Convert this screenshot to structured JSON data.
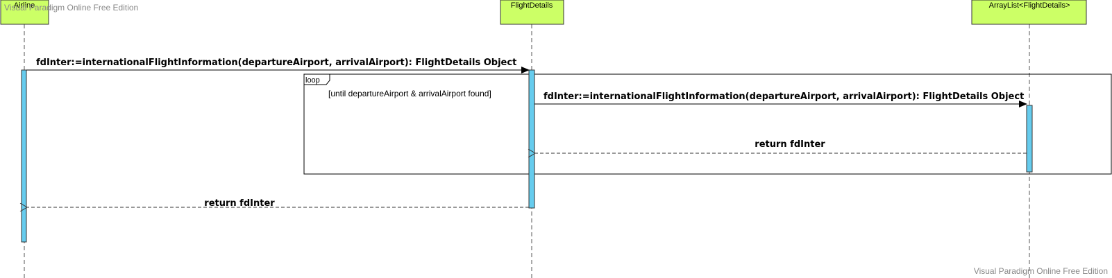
{
  "watermark": {
    "top": "Visual Paradigm Online Free Edition",
    "bottom": "Visual Paradigm Online Free Edition"
  },
  "lifelines": [
    {
      "name": "Airline"
    },
    {
      "name": "FlightDetails"
    },
    {
      "name": "ArrayList<FlightDetails>"
    }
  ],
  "messages": [
    {
      "label": "fdInter:=internationalFlightInformation(departureAirport, arrivalAirport): FlightDetails Object",
      "kind": "call"
    },
    {
      "label": "fdInter:=internationalFlightInformation(departureAirport, arrivalAirport): FlightDetails Object",
      "kind": "call"
    },
    {
      "label": "return fdInter",
      "kind": "return"
    },
    {
      "label": "return fdInter",
      "kind": "return"
    }
  ],
  "fragment": {
    "operator": "loop",
    "guard": "[until departureAirport & arrivalAirport found]"
  },
  "colors": {
    "lifeline_head": "#ccff66",
    "activation": "#66ccee"
  }
}
